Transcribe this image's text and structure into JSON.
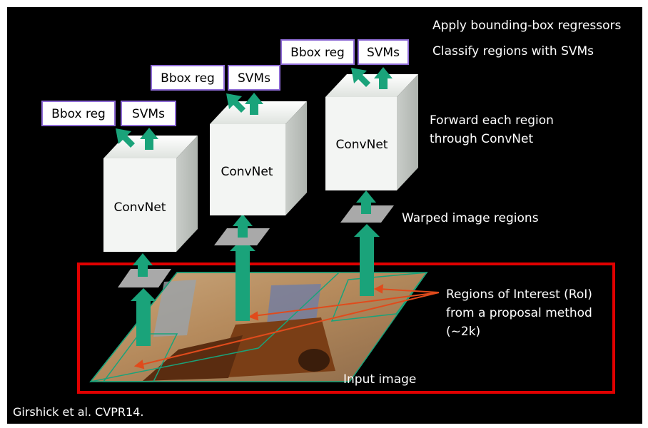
{
  "slide": {
    "step_apply": "Apply bounding-box regressors",
    "step_classify": "Classify regions with SVMs",
    "step_forward_1": "Forward each region",
    "step_forward_2": "through ConvNet",
    "step_warped": "Warped image regions",
    "roi_1": "Regions of Interest (RoI)",
    "roi_2": "from a proposal method",
    "roi_3": "(~2k)",
    "input_image": "Input image",
    "citation": "Girshick et al. CVPR14."
  },
  "branches": [
    {
      "bbox_label": "Bbox reg",
      "svm_label": "SVMs",
      "convnet_label": "ConvNet"
    },
    {
      "bbox_label": "Bbox reg",
      "svm_label": "SVMs",
      "convnet_label": "ConvNet"
    },
    {
      "bbox_label": "Bbox reg",
      "svm_label": "SVMs",
      "convnet_label": "ConvNet"
    }
  ],
  "colors": {
    "background": "#000000",
    "arrow_green": "#1aa37a",
    "cube_face": "#f3f5f3",
    "head_border": "#8e6bd6",
    "input_frame": "#e00000",
    "pointer_red": "#e04b1c",
    "warped_patch": "#a9a9a9"
  }
}
